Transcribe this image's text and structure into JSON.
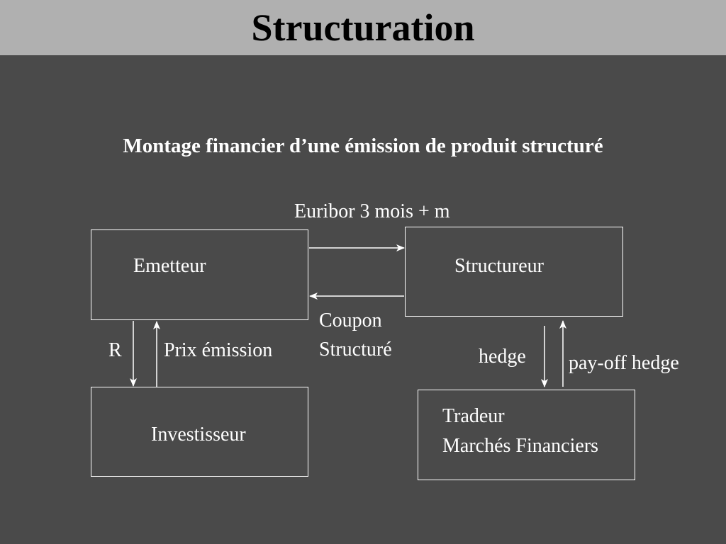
{
  "header": {
    "title": "Structuration"
  },
  "subtitle": "Montage financier d’une émission de produit structuré",
  "nodes": {
    "emetteur": "Emetteur",
    "structureur": "Structureur",
    "investisseur": "Investisseur",
    "tradeur_line1": "Tradeur",
    "tradeur_line2": "Marchés Financiers"
  },
  "edges": {
    "euribor": "Euribor 3 mois + m",
    "coupon_line1": "Coupon",
    "coupon_line2": "Structuré",
    "r": "R",
    "prix_emission": "Prix émission",
    "hedge": "hedge",
    "payoff_hedge": "pay-off hedge"
  },
  "colors": {
    "background": "#4a4a4a",
    "title_bar": "#b0b0b0",
    "foreground": "#ffffff"
  }
}
